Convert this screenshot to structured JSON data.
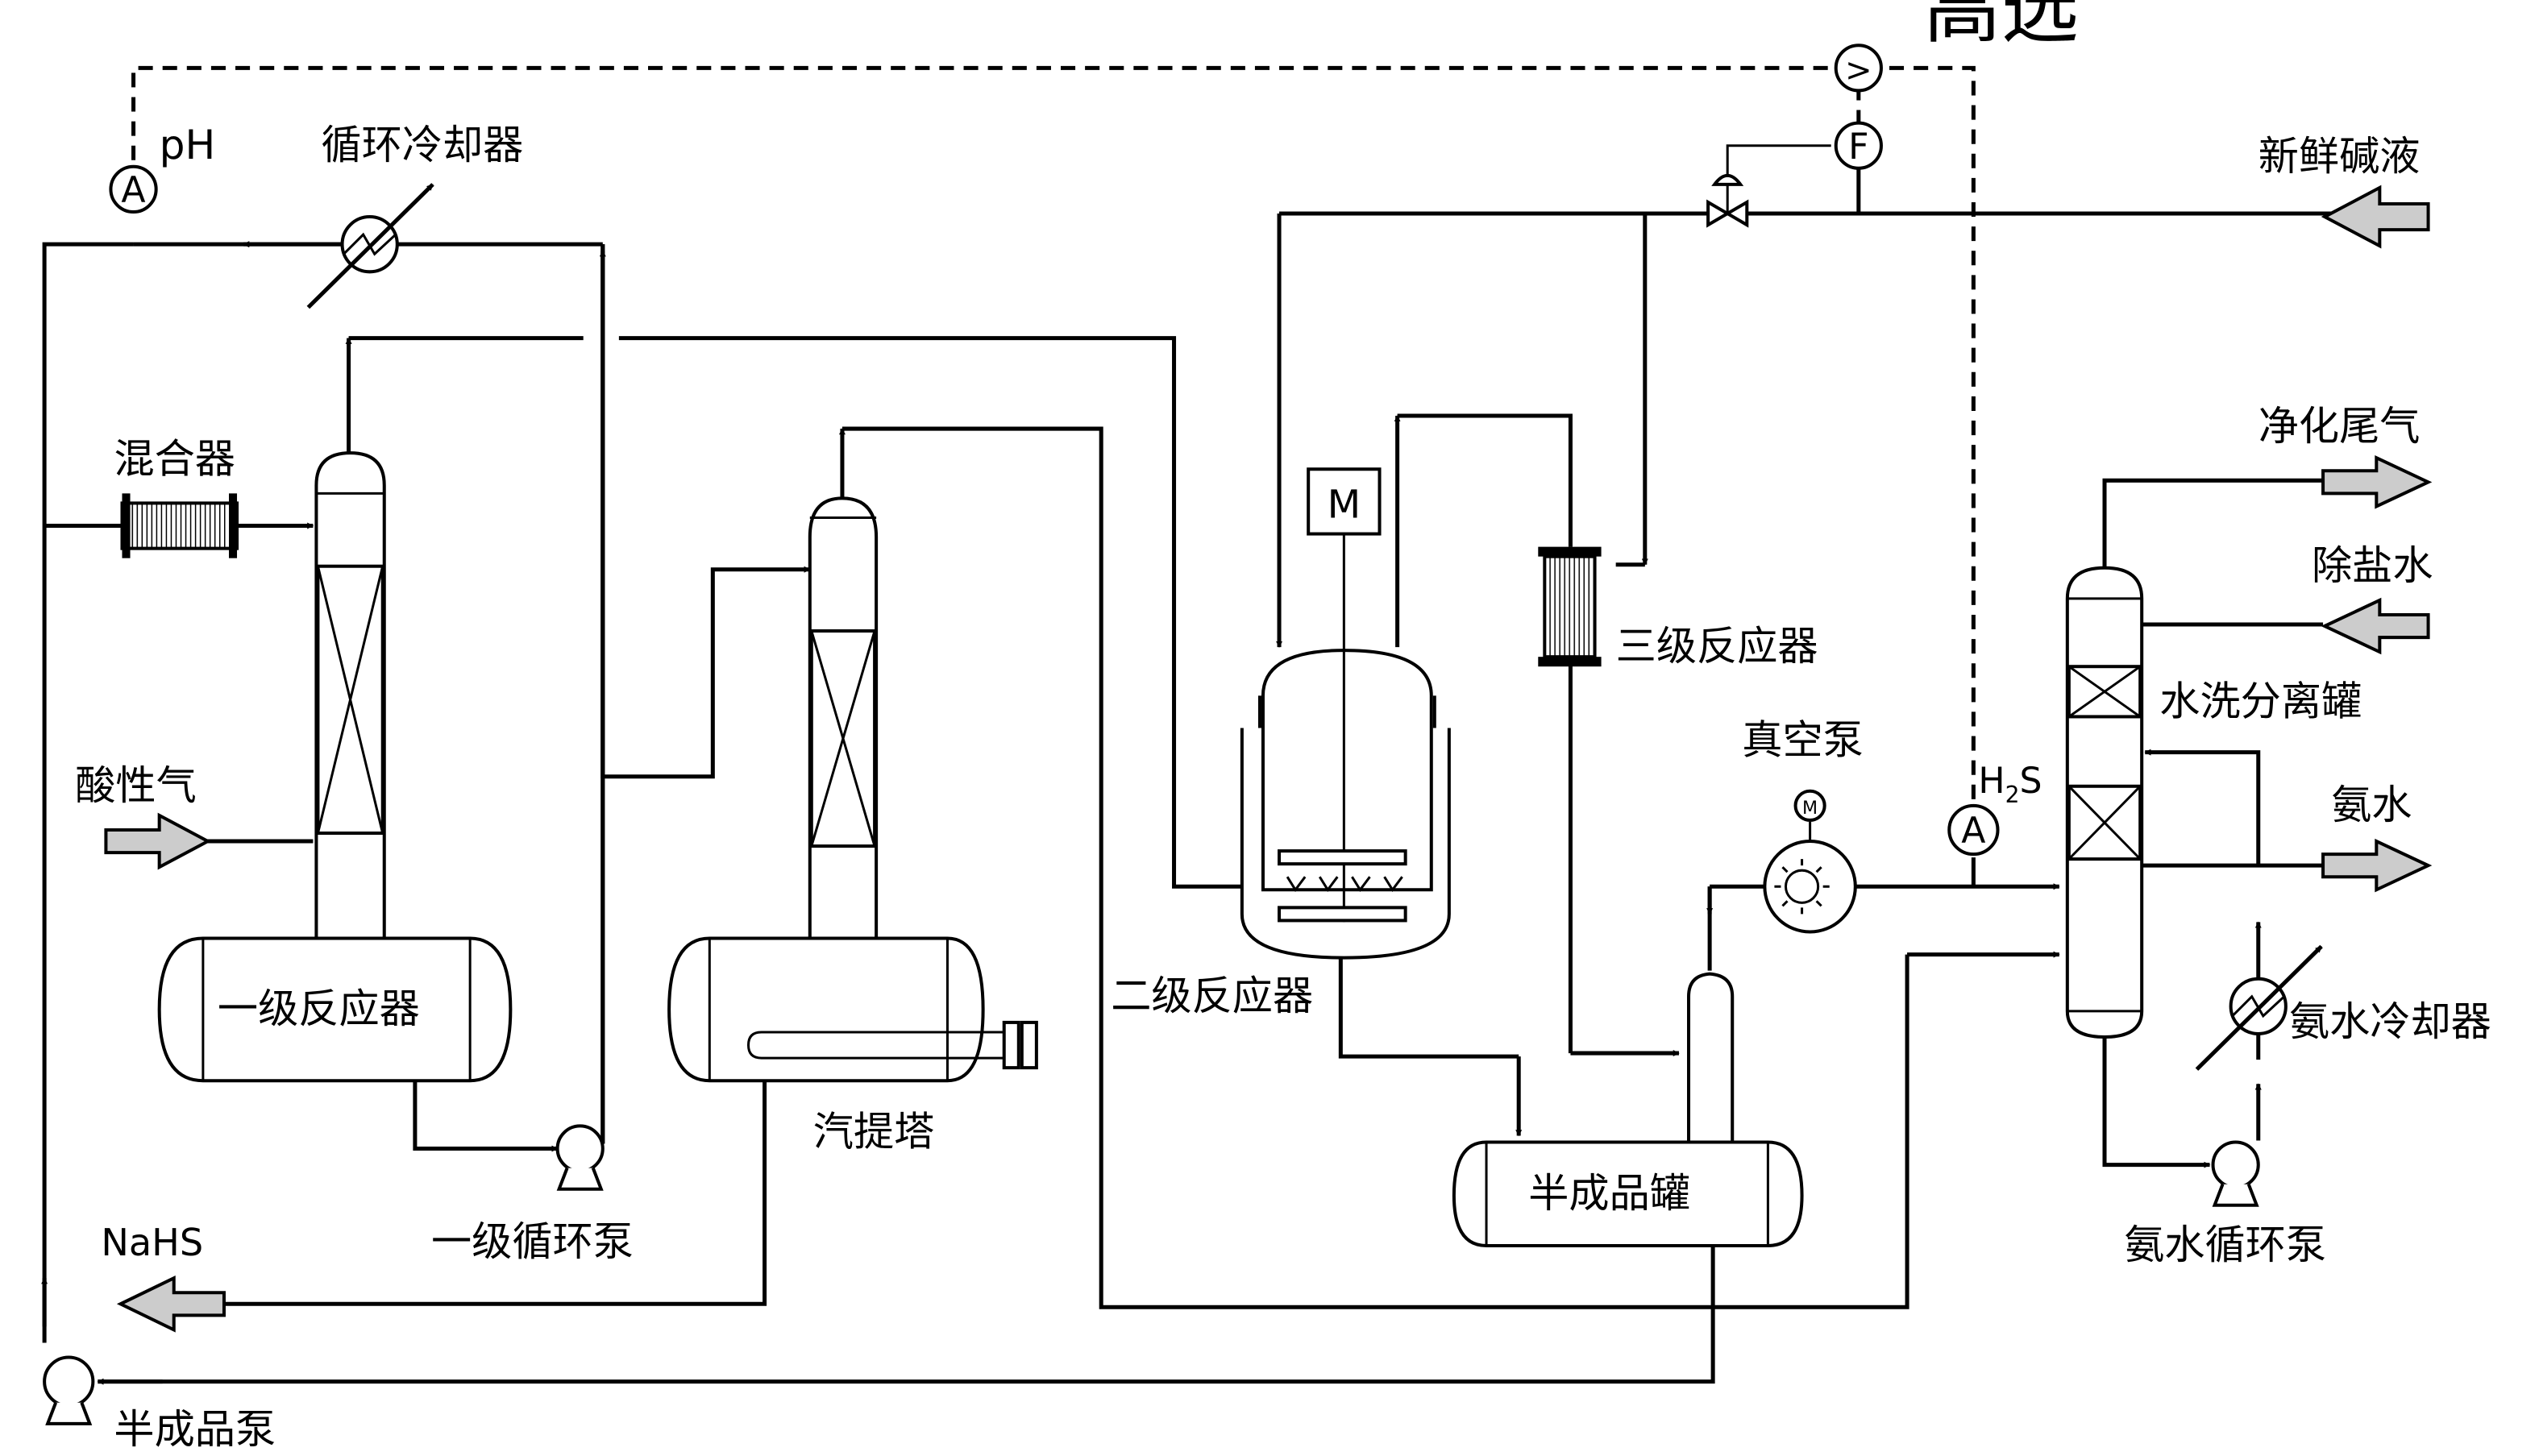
{
  "labels": {
    "high_select": "高选",
    "ph": "pH",
    "circulating_cooler": "循环冷却器",
    "fresh_alkali": "新鲜碱液",
    "mixer": "混合器",
    "purified_tail_gas": "净化尾气",
    "desalted_water": "除盐水",
    "motor_m": "M",
    "third_reactor": "三级反应器",
    "water_wash_separator": "水洗分离罐",
    "vacuum_pump": "真空泵",
    "h2s": "H",
    "h2s_sub": "2",
    "h2s_s": "S",
    "acid_gas": "酸性气",
    "ammonia_water": "氨水",
    "first_reactor": "一级反应器",
    "second_reactor": "二级反应器",
    "ammonia_cooler": "氨水冷却器",
    "stripper": "汽提塔",
    "semi_product_tank": "半成品罐",
    "nahs": "NaHS",
    "first_pump": "一级循环泵",
    "ammonia_pump": "氨水循环泵",
    "semi_product_pump": "半成品泵"
  },
  "instruments": {
    "analyzer_letter": "A",
    "flow_letter": "F",
    "selector_symbol": ">"
  }
}
